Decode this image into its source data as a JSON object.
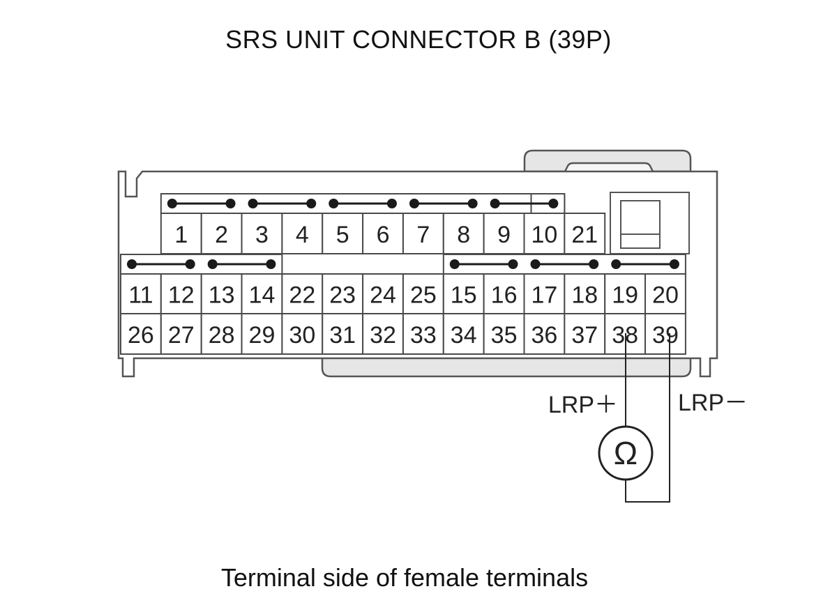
{
  "title": "SRS UNIT CONNECTOR B (39P)",
  "caption": "Terminal side of female terminals",
  "probe_labels": {
    "positive": "LRP＋",
    "negative": "LRP－"
  },
  "meter_symbol": "Ω",
  "connector": {
    "row1": [
      "1",
      "2",
      "3",
      "4",
      "5",
      "6",
      "7",
      "8",
      "9",
      "10",
      "21"
    ],
    "row2": [
      "11",
      "12",
      "13",
      "14",
      "22",
      "23",
      "24",
      "25",
      "15",
      "16",
      "17",
      "18",
      "19",
      "20"
    ],
    "row3": [
      "26",
      "27",
      "28",
      "29",
      "30",
      "31",
      "32",
      "33",
      "34",
      "35",
      "36",
      "37",
      "38",
      "39"
    ]
  },
  "colors": {
    "line": "#4a4a4a",
    "fill": "#ffffff",
    "tab": "#e8e8e8",
    "shorting_bar": "#1a1a1a"
  }
}
